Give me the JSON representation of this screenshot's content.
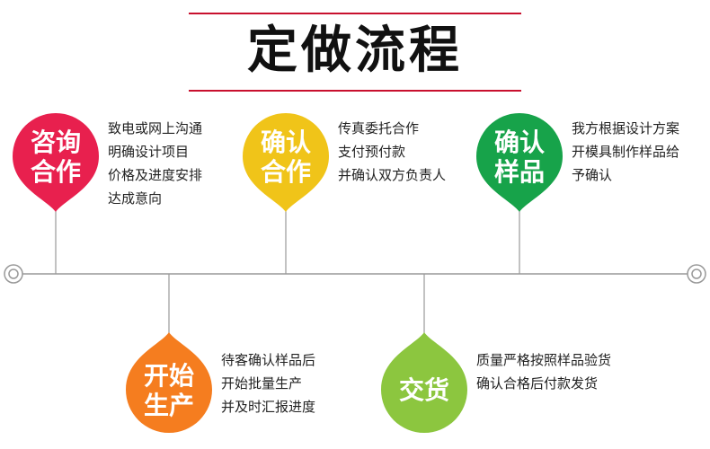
{
  "title": "定做流程",
  "colors": {
    "title_border": "#c8102e",
    "line": "#999999",
    "step1": "#e8204e",
    "step2": "#f0c419",
    "step3": "#17a34a",
    "step4": "#f57d1f",
    "step5": "#8cc63f"
  },
  "icons": {
    "timeline_end": "circle-target-icon"
  },
  "steps": [
    {
      "label_line1": "咨询",
      "label_line2": "合作",
      "desc": [
        "致电或网上沟通",
        "明确设计项目",
        "价格及进度安排",
        "达成意向"
      ]
    },
    {
      "label_line1": "确认",
      "label_line2": "合作",
      "desc": [
        "传真委托合作",
        "支付预付款",
        "并确认双方负责人"
      ]
    },
    {
      "label_line1": "确认",
      "label_line2": "样品",
      "desc": [
        "我方根据设计方案",
        "开模具制作样品给",
        "予确认"
      ]
    },
    {
      "label_line1": "开始",
      "label_line2": "生产",
      "desc": [
        "待客确认样品后",
        "开始批量生产",
        "并及时汇报进度"
      ]
    },
    {
      "label_line1": "交货",
      "label_line2": "",
      "desc": [
        "质量严格按照样品验货",
        "确认合格后付款发货"
      ]
    }
  ]
}
